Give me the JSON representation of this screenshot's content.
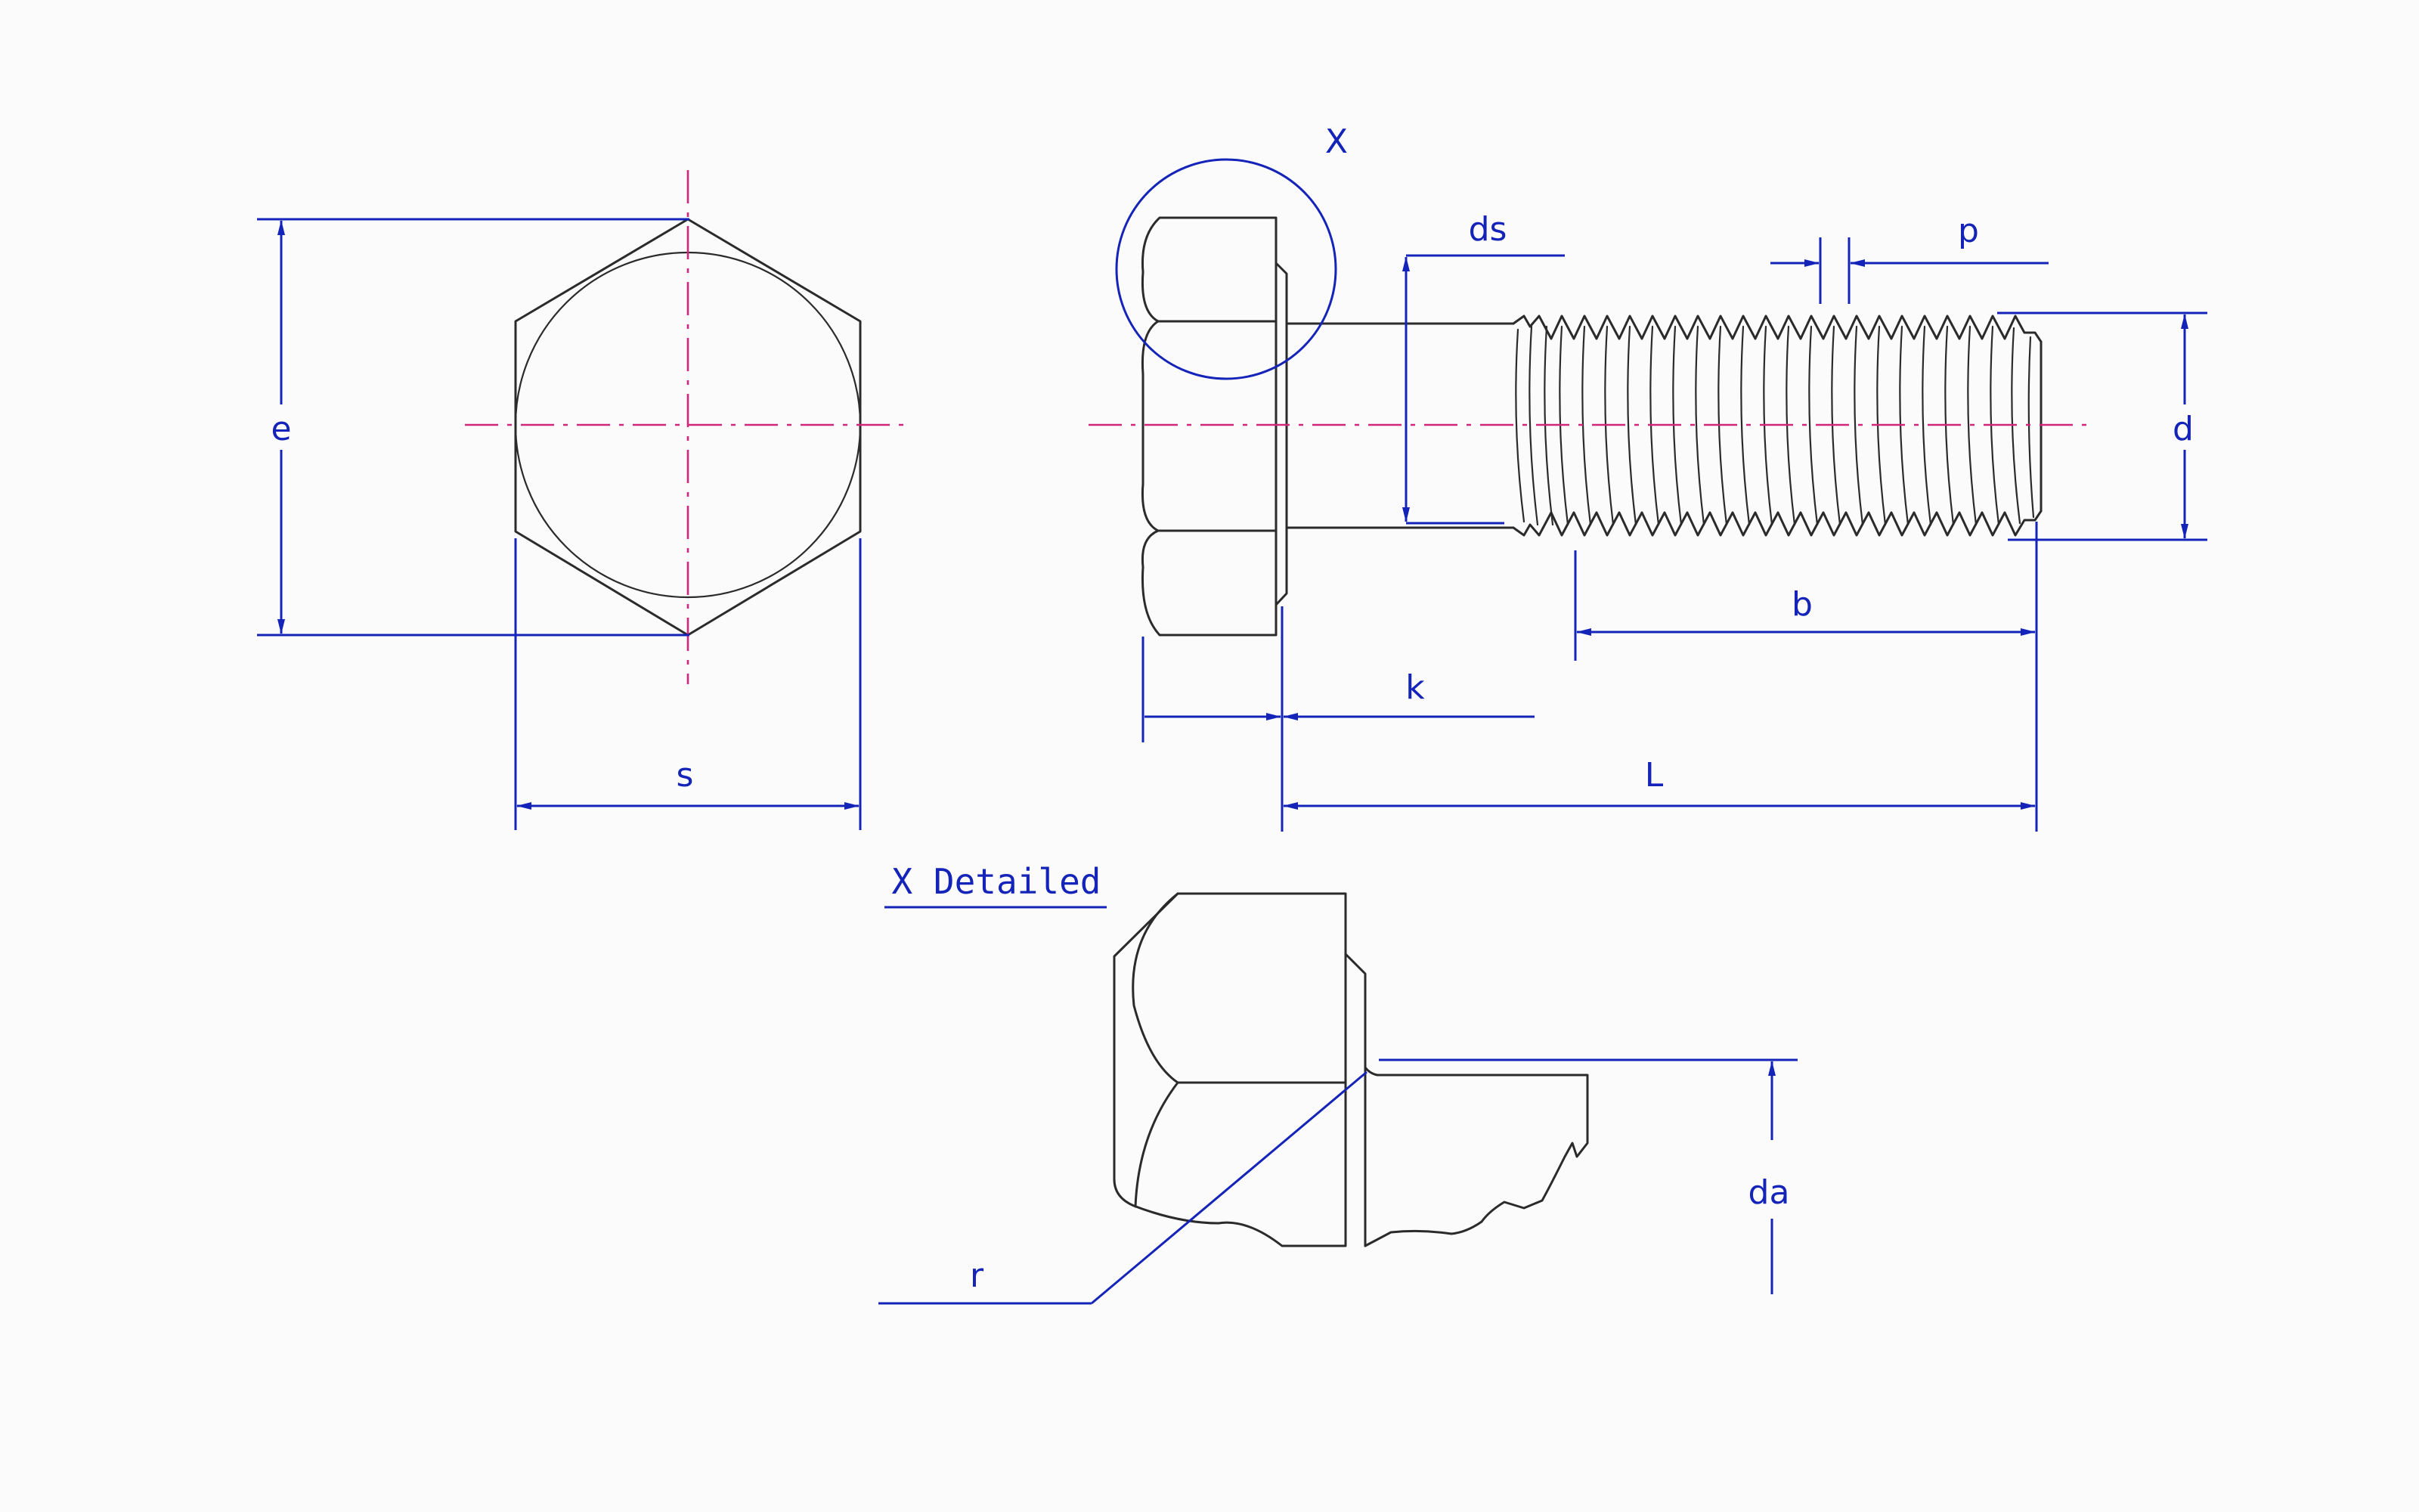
{
  "labels": {
    "e": "e",
    "s": "s",
    "x": "X",
    "ds": "ds",
    "p": "p",
    "d": "d",
    "b": "b",
    "k": "k",
    "L": "L",
    "x_detailed": "X Detailed",
    "r": "r",
    "da": "da"
  },
  "colors": {
    "dimension": "#1524b8",
    "centerline": "#d1267a",
    "outline": "#2b2b2b",
    "background": "#fbfbfc"
  }
}
